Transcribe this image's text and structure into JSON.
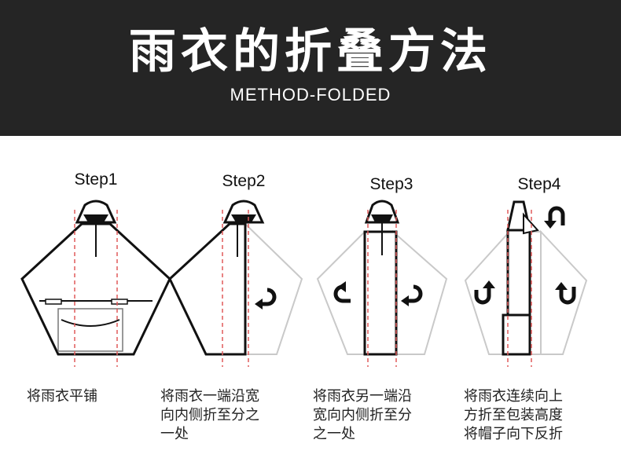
{
  "header": {
    "title": "雨衣的折叠方法",
    "subtitle": "METHOD-FOLDED",
    "background_color": "#252525"
  },
  "steps": [
    {
      "label": "Step1",
      "caption": "将雨衣平铺"
    },
    {
      "label": "Step2",
      "caption": "将雨衣一端沿宽\n向内侧折至分之\n一处"
    },
    {
      "label": "Step3",
      "caption": "将雨衣另一端沿\n宽向内侧折至分\n之一处"
    },
    {
      "label": "Step4",
      "caption": "将雨衣连续向上\n方折至包装高度\n将帽子向下反折"
    }
  ],
  "colors": {
    "guide_line": "#e05a5a",
    "outline": "#111111",
    "ghost": "#c9c9c9"
  },
  "icons": [
    "fold-right-arrow-icon",
    "fold-left-arrow-icon",
    "fold-up-arrow-icon",
    "fold-down-arrow-icon"
  ]
}
